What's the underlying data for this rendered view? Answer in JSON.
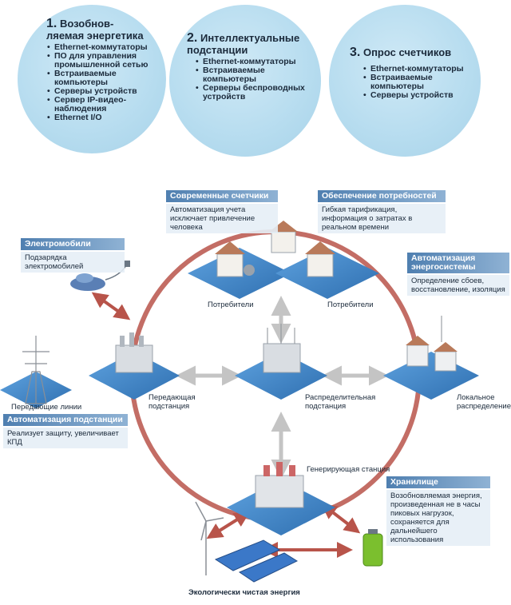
{
  "circles": [
    {
      "num": "1.",
      "title_l1": "Возобнов-",
      "title_l2": "ляемая энергетика",
      "items": [
        "Ethernet-коммутаторы",
        "ПО для управления промышленной сетью",
        "Встраиваемые компьютеры",
        "Серверы устройств",
        "Сервер IP-видео-наблюдения",
        "Ethernet I/O"
      ]
    },
    {
      "num": "2.",
      "title_l1": "Интеллектуальные",
      "title_l2": "подстанции",
      "items": [
        "Ethernet-коммутаторы",
        "Встраиваемые компьютеры",
        "Серверы беспроводных устройств"
      ]
    },
    {
      "num": "3.",
      "title_l1": "Опрос счетчиков",
      "title_l2": "",
      "items": [
        "Ethernet-коммутаторы",
        "Встраиваемые компьютеры",
        "Серверы устройств"
      ]
    }
  ],
  "callouts": {
    "meters": {
      "title": "Современные счетчики",
      "text": "Автоматизация учета исключает привлечение человека"
    },
    "needs": {
      "title": "Обеспечение потребностей",
      "text": "Гибкая тарификация, информация о затратах в реальном времени"
    },
    "ev": {
      "title": "Электромобили",
      "text": "Подзарядка электромобилей"
    },
    "grid_auto": {
      "title": "Автоматизация энергосистемы",
      "text": "Определение сбоев, восстановление, изоляция"
    },
    "sub_auto": {
      "title": "Автоматизация подстанции",
      "text": "Реализует защиту, увеличивает КПД"
    },
    "storage": {
      "title": "Хранилище",
      "text": "Возобновляемая энергия, произведенная не в часы пиковых нагрузок, сохраняется для дальнейшего использования"
    }
  },
  "labels": {
    "consumers_left": "Потребители",
    "consumers_right": "Потребители",
    "transmission_lines": "Передающие линии",
    "transmission_substation": "Передающая подстанция",
    "distribution_substation": "Распределительная подстанция",
    "local_distribution": "Локальное распределение",
    "generating_station": "Генерирующая станция",
    "clean_energy": "Экологически чистая энергия"
  },
  "colors": {
    "ring": "#b8544a",
    "bubble": "#b6dcef",
    "callout_title": "#4f7fb0",
    "platform": "#3d7fc0"
  }
}
